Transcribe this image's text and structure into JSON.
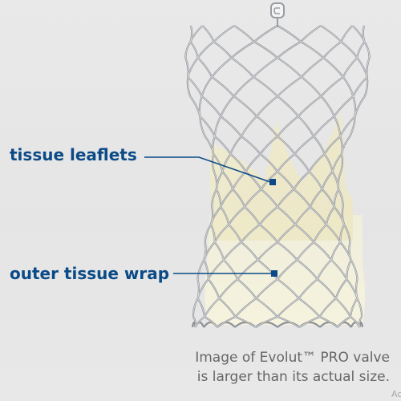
{
  "callouts": {
    "leaflets": "tissue leaflets",
    "outer_wrap": "outer tissue wrap"
  },
  "caption": {
    "line1": "Image of Evolut™ PRO valve",
    "line2": "is larger than its actual size."
  },
  "corner_text": "Ac",
  "colors": {
    "background": "#e8e8e8",
    "callout_blue": "#0b4a86",
    "caption_gray": "#666666",
    "tissue": "#f2f0d6",
    "frame_metal": "#8e9196"
  },
  "icons": {
    "frame": "self-expanding-nitinol-frame",
    "tissue": "pericardial-tissue"
  }
}
